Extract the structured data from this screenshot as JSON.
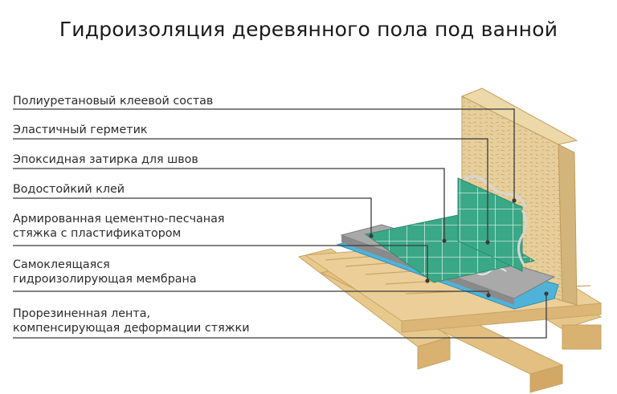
{
  "title": "Гидроизоляция деревянного пола под ванной",
  "labels": [
    {
      "lines": [
        "Полиуретановый клеевой состав"
      ]
    },
    {
      "lines": [
        "Эластичный герметик"
      ]
    },
    {
      "lines": [
        "Эпоксидная затирка для швов"
      ]
    },
    {
      "lines": [
        "Водостойкий клей"
      ]
    },
    {
      "lines": [
        "Армированная цементно-песчаная",
        "стяжка с пластификатором"
      ]
    },
    {
      "lines": [
        "Самоклеящаяся",
        "гидроизолирующая мембрана"
      ]
    },
    {
      "lines": [
        "Прорезиненная лента,",
        "компенсирующая деформации стяжки"
      ]
    }
  ],
  "colors": {
    "tile": "#3aa886",
    "tile_grout": "#c9e8dc",
    "wood": "#e3c48a",
    "osb": "#e6cf9c",
    "screed": "#9a9a9a",
    "membrane": "#4fb3d9",
    "leader": "#3a3a3a"
  }
}
